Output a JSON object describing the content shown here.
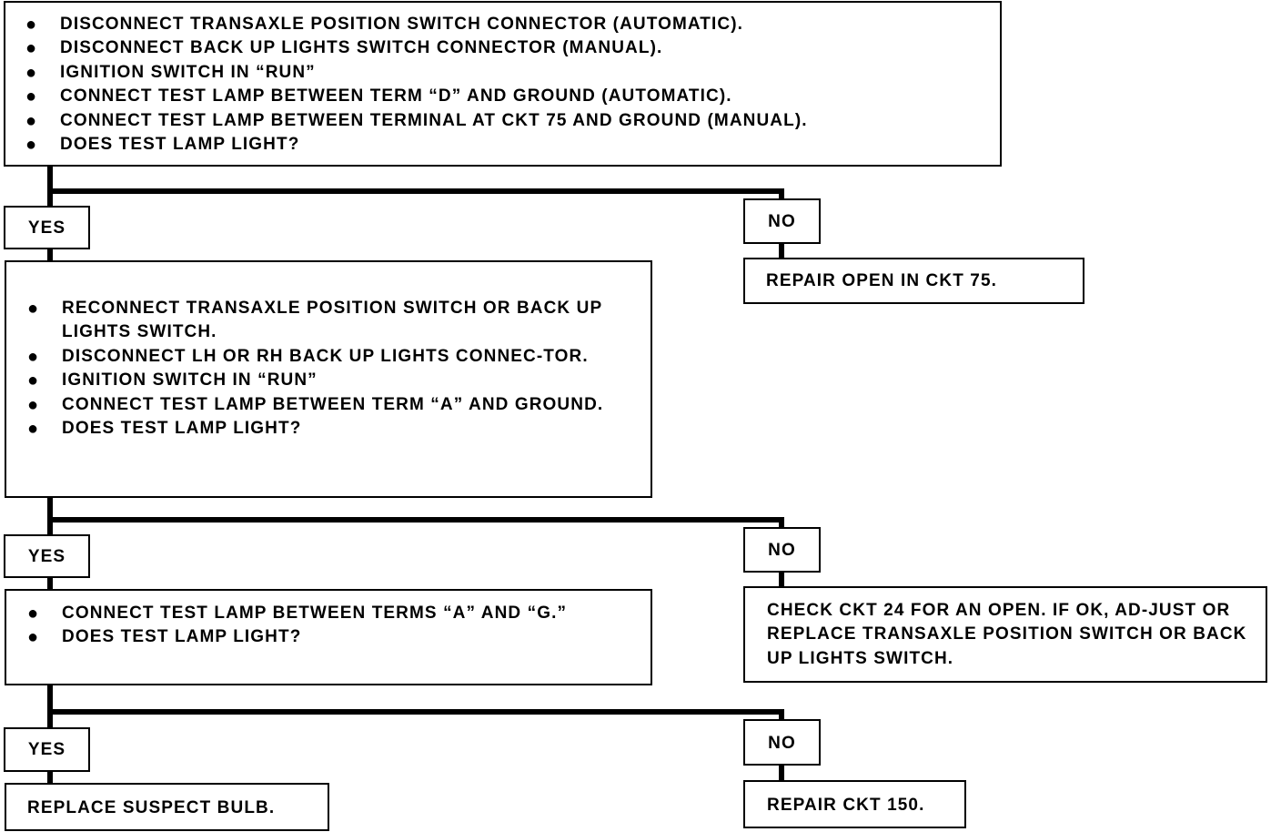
{
  "flowchart": {
    "step1": {
      "bullets": [
        "DISCONNECT TRANSAXLE POSITION SWITCH CONNECTOR (AUTOMATIC).",
        "DISCONNECT BACK UP LIGHTS SWITCH CONNECTOR (MANUAL).",
        "IGNITION SWITCH IN “RUN”",
        "CONNECT TEST LAMP BETWEEN TERM “D” AND GROUND (AUTOMATIC).",
        "CONNECT TEST LAMP BETWEEN TERMINAL AT CKT 75 AND GROUND (MANUAL).",
        "DOES TEST LAMP LIGHT?"
      ],
      "yes_label": "YES",
      "no_label": "NO",
      "no_result": "REPAIR OPEN IN CKT 75."
    },
    "step2": {
      "bullets": [
        "RECONNECT TRANSAXLE POSITION SWITCH OR BACK UP LIGHTS SWITCH.",
        "DISCONNECT LH OR RH BACK UP LIGHTS CONNEC-TOR.",
        "IGNITION SWITCH IN “RUN”",
        "CONNECT TEST LAMP BETWEEN TERM “A” AND GROUND.",
        "DOES TEST LAMP LIGHT?"
      ],
      "yes_label": "YES",
      "no_label": "NO",
      "no_result": "CHECK CKT 24 FOR AN OPEN.  IF OK, AD-JUST OR REPLACE TRANSAXLE POSITION SWITCH OR BACK UP LIGHTS SWITCH."
    },
    "step3": {
      "bullets": [
        "CONNECT TEST LAMP BETWEEN TERMS “A” AND “G.”",
        "DOES TEST LAMP LIGHT?"
      ],
      "yes_label": "YES",
      "no_label": "NO",
      "yes_result": "REPLACE SUSPECT BULB.",
      "no_result": "REPAIR CKT 150."
    }
  }
}
